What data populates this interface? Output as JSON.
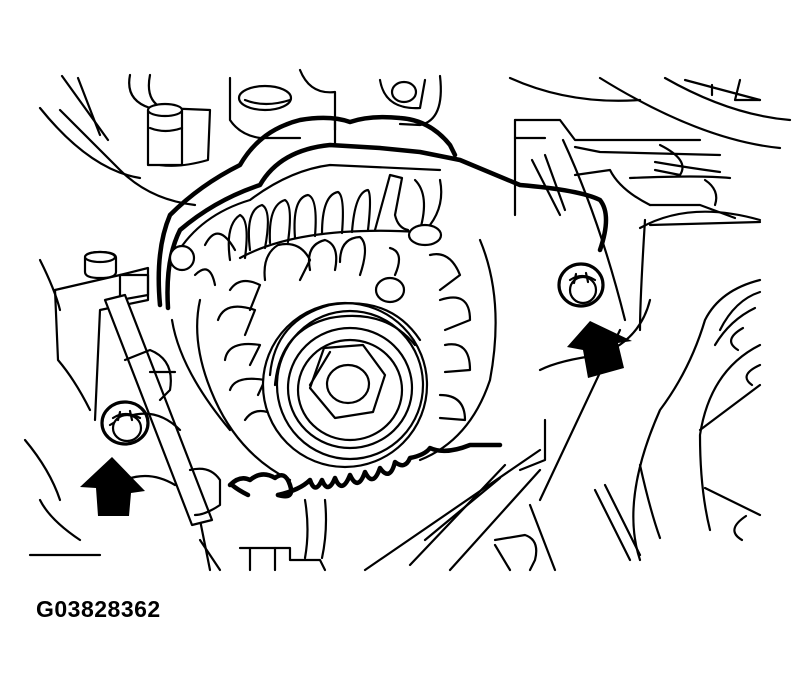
{
  "figure": {
    "id_label": "G03828362",
    "subject": "alternator-mounting-bolts",
    "callouts": [
      {
        "name": "left-bolt-arrow",
        "target": "lower-left mounting bolt"
      },
      {
        "name": "right-bolt-arrow",
        "target": "upper-right mounting bolt"
      }
    ]
  },
  "colors": {
    "line": "#000000",
    "background": "#ffffff",
    "arrow_fill": "#000000"
  }
}
